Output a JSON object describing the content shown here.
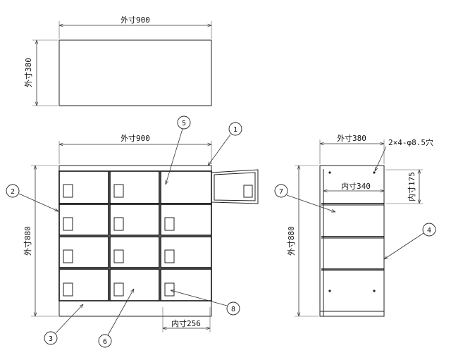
{
  "labels": {
    "top_width": "外寸900",
    "top_depth": "外寸380",
    "front_width": "外寸900",
    "front_height": "外寸880",
    "inner_width_bottom": "内寸256",
    "side_depth": "外寸380",
    "side_height": "外寸880",
    "side_inner_width": "内寸340",
    "side_inner_height": "内寸175",
    "holes": "2×4-φ8.5穴"
  },
  "callouts": [
    "1",
    "2",
    "3",
    "4",
    "5",
    "6",
    "7",
    "8"
  ]
}
